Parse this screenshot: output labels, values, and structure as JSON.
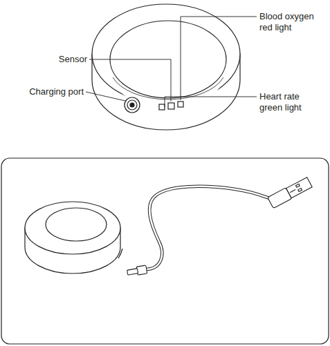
{
  "diagram": {
    "labels": [
      "Blood oxygen red light",
      "Sensor",
      "Charging port",
      "Heart rate green light"
    ]
  }
}
